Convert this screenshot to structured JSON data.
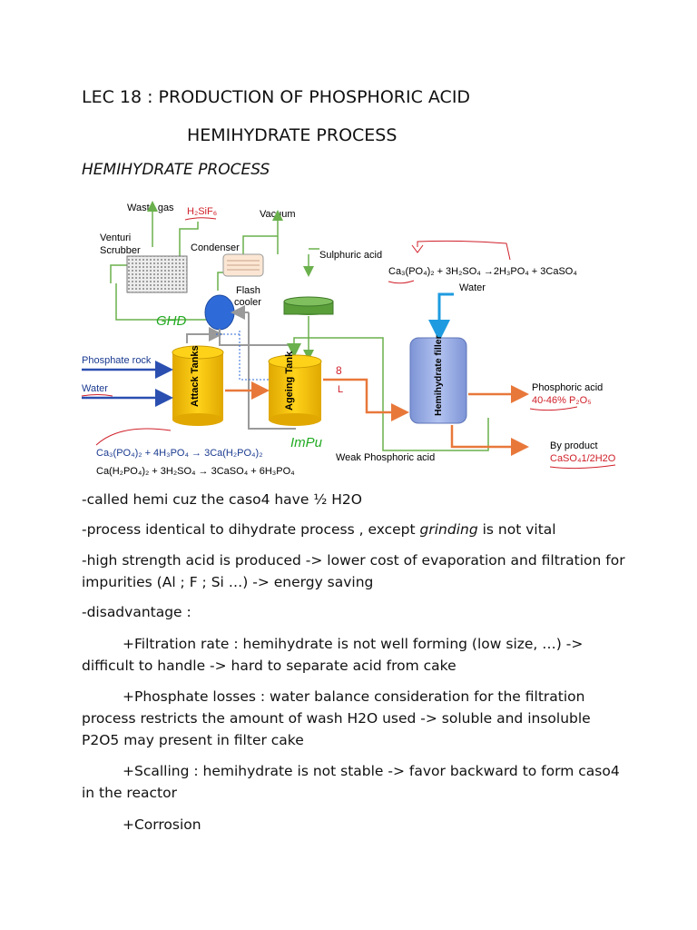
{
  "title": "LEC 18 : PRODUCTION OF PHOSPHORIC ACID",
  "subtitle": "HEMIHYDRATE PROCESS",
  "section_heading": "HEMIHYDRATE PROCESS",
  "diagram": {
    "labels": {
      "waste_gas": "Waste gas",
      "h2sif6": "H₂SiF₆",
      "vacuum": "Vacuum",
      "venturi_scrubber_1": "Venturi",
      "venturi_scrubber_2": "Scrubber",
      "condenser": "Condenser",
      "flash_cooler_1": "Flash",
      "flash_cooler_2": "cooler",
      "sulphuric_acid": "Sulphuric acid",
      "water_top": "Water",
      "phosphate_rock": "Phosphate rock",
      "water_left": "Water",
      "attack_tanks": "Attack Tanks",
      "ageing_tank": "Ageing Tank",
      "hemihydrate_filter": "Hemihydrate filler",
      "phosphoric_acid": "Phosphoric acid",
      "phosphoric_pct": "40-46% P₂O₅",
      "by_product": "By product",
      "by_product_formula": "CaSO₄1/2H2O",
      "weak_phosphoric_acid": "Weak Phosphoric acid",
      "reaction_top": "Ca₃(PO₄)₂ + 3H₂SO₄ →2H₃PO₄ + 3CaSO₄",
      "reaction_1": "Ca₃(PO₄)₂ + 4H₃PO₄ → 3Ca(H₂PO₄)₂",
      "reaction_2": "Ca(H₂PO₄)₂ + 3H₂SO₄ → 3CaSO₄ + 6H₃PO₄",
      "handwritten_green_1": "GHD",
      "handwritten_green_2": "ImPu",
      "handwritten_red_1": "8",
      "handwritten_red_2": "L"
    }
  },
  "paragraphs": {
    "p1": "-called hemi cuz the caso4 have ½ H2O",
    "p2_a": "-process identical to dihydrate process , except ",
    "p2_em": "grinding",
    "p2_b": " is not vital",
    "p3": "-high strength acid is produced -> lower cost of evaporation and filtration for impurities (Al ; F ; Si …)  -> energy saving",
    "p4": "-disadvantage :",
    "p5": "+Filtration rate : hemihydrate is not well forming (low size, …) -> difficult to handle -> hard to separate acid from cake",
    "p6": "+Phosphate losses : water balance consideration for the filtration process restricts the amount of wash H2O used -> soluble and insoluble P2O5 may present in filter cake",
    "p7": "+Scalling : hemihydrate is not stable -> favor backward to form caso4 in the reactor",
    "p8": "+Corrosion"
  },
  "colors": {
    "tank_yellow": "#f2c200",
    "filter_blue": "#8aa3e0",
    "acid_orange": "#e8783a",
    "arrow_blue": "#2a4fb0",
    "water_cyan": "#1e9be0",
    "line_green": "#6ab04c",
    "annot_red": "#d0202a",
    "annot_green": "#22aa22",
    "flash_blue": "#2f6bd8",
    "sulph_green": "#5a9e3a"
  }
}
